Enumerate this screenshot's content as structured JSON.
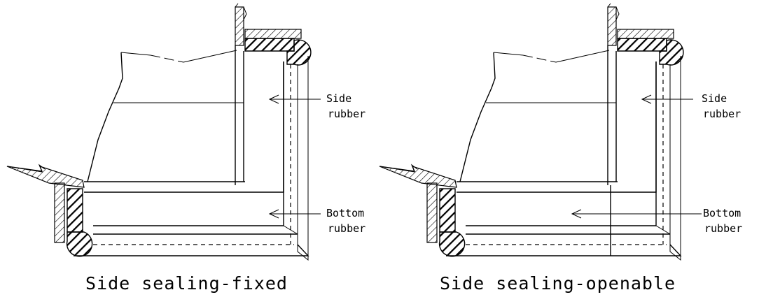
{
  "figures": [
    {
      "caption": "Side sealing-fixed",
      "side_label": [
        "Side",
        "rubber"
      ],
      "bottom_label": [
        "Bottom",
        "rubber"
      ]
    },
    {
      "caption": "Side sealing-openable",
      "side_label": [
        "Side",
        "rubber"
      ],
      "bottom_label": [
        "Bottom",
        "rubber"
      ]
    }
  ]
}
